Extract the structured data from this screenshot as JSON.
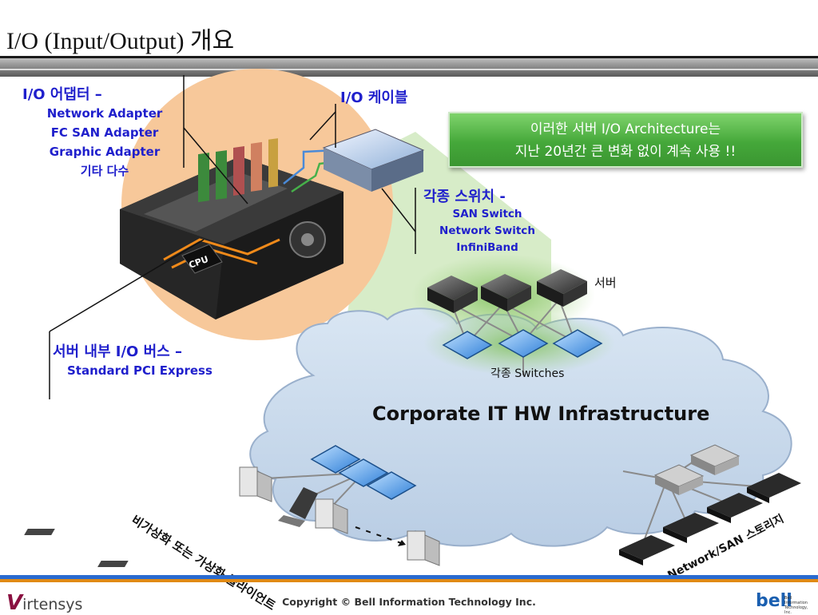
{
  "title": "I/O (Input/Output) 개요",
  "adapter": {
    "heading": "I/O 어댑터 –",
    "items": [
      "Network Adapter",
      "FC SAN Adapter",
      "Graphic Adapter",
      "기타 다수"
    ]
  },
  "cable_label": "I/O 케이블",
  "switch": {
    "heading": "각종 스위치 -",
    "items": [
      "SAN Switch",
      "Network Switch",
      "InfiniBand"
    ]
  },
  "bus": {
    "heading": "서버 내부 I/O 버스 –",
    "sub": "Standard PCI Express"
  },
  "callout": {
    "line1": "이러한 서버 I/O Architecture는",
    "line2": "지난 20년간 큰 변화 없이 계속 사용 !!"
  },
  "server_label": "서버",
  "switches_label": "각종 Switches",
  "cloud_title": "Corporate IT HW Infrastructure",
  "clients_label": "비가상화 또는 가상화 클라이언트",
  "storage_label": "Network/SAN 스토리지",
  "cpu_label": "CPU",
  "footer": {
    "copyright": "Copyright © Bell Information Technology Inc.",
    "left_logo_v": "V",
    "left_logo_rest": "irtensys",
    "right_logo": "bell",
    "right_logo_sub": "Bell Information Technology, Inc."
  },
  "colors": {
    "label_blue": "#1f1fcc",
    "callout_green": "#45a83a",
    "zoom_circle": "#f7c89a",
    "cloud": "#c6d7ea",
    "bar_blue": "#2a6bd0",
    "bar_orange": "#e08a15"
  }
}
